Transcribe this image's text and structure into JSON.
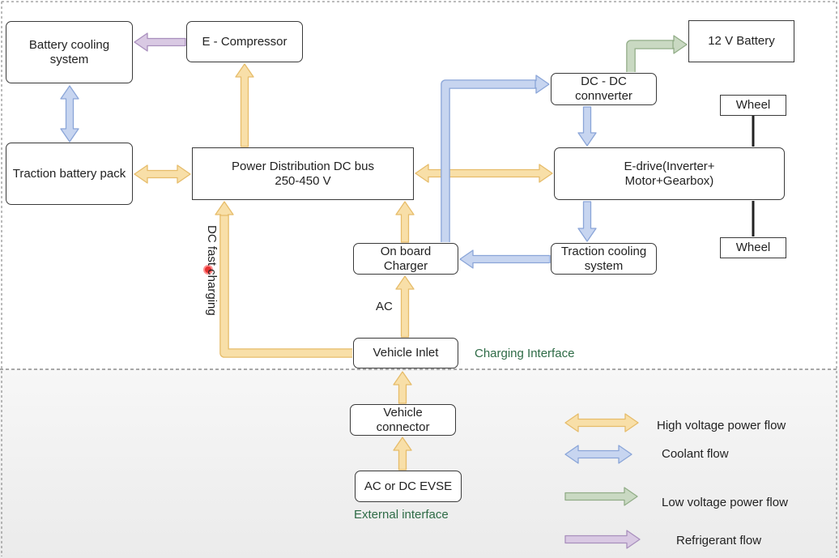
{
  "colors": {
    "high_voltage": "#f8dfa8",
    "coolant": "#c7d5f0",
    "low_voltage": "#c9d9c2",
    "refrigerant": "#d9c9e3",
    "outline_hv": "#e6bc6a",
    "outline_coolant": "#8aa5d8",
    "outline_lv": "#92ad88",
    "outline_ref": "#a98fbd",
    "charging_interface_text": "#2e6b46",
    "dashed_border": "#777777"
  },
  "nodes": {
    "battery_cooling": "Battery cooling\nsystem",
    "e_compressor": "E - Compressor",
    "traction_battery": "Traction battery pack",
    "power_distribution": "Power Distribution DC bus\n250-450 V",
    "dc_dc": "DC - DC\nconnverter",
    "battery_12v": "12 V Battery",
    "wheel_top": "Wheel",
    "wheel_bottom": "Wheel",
    "e_drive": "E-drive(Inverter+\nMotor+Gearbox)",
    "onboard_charger": "On board\nCharger",
    "traction_cooling": "Traction cooling\nsystem",
    "vehicle_inlet": "Vehicle Inlet",
    "vehicle_connector": "Vehicle\nconnector",
    "evse": "AC or DC EVSE"
  },
  "labels": {
    "dc_fast_charging": "DC fast charging",
    "ac": "AC",
    "charging_interface": "Charging Interface",
    "external_interface": "External interface"
  },
  "legend": [
    {
      "key": "high_voltage",
      "label": "High voltage power flow"
    },
    {
      "key": "coolant",
      "label": "Coolant flow"
    },
    {
      "key": "low_voltage",
      "label": "Low voltage power flow"
    },
    {
      "key": "refrigerant",
      "label": "Refrigerant flow"
    }
  ]
}
